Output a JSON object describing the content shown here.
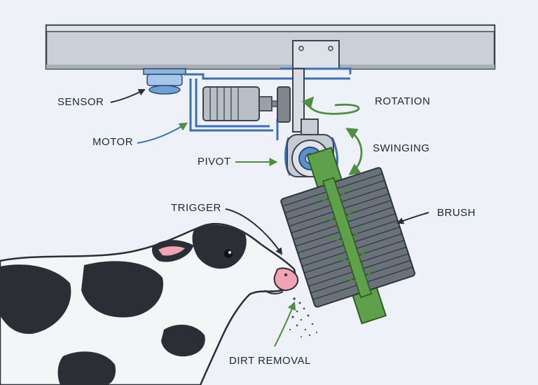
{
  "labels": {
    "sensor": "SENSOR",
    "motor": "MOTOR",
    "pivot": "PIVOT",
    "trigger": "TRIGGER",
    "rotation": "ROTATION",
    "swinging": "SWINGING",
    "brush": "BRUSH",
    "dirt_removal": "DIRT REMOVAL"
  },
  "colors": {
    "background": "#eef2f8",
    "beam": "#c9d0d8",
    "frame": "#3b6fb6",
    "arrow": "#4d8f3e",
    "brush_core": "#5fa04a",
    "bristles": "#5b636d",
    "cow_black": "#2b2f35",
    "cow_nose": "#f2a3b1"
  }
}
